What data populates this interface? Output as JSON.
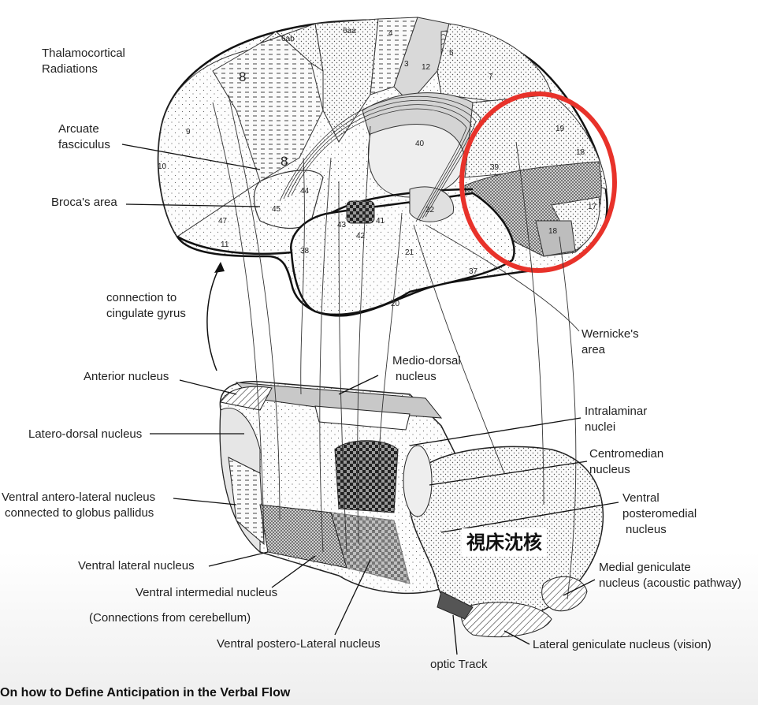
{
  "labels": {
    "thalamocortical": [
      "Thalamocortical",
      "Radiations"
    ],
    "arcuate": [
      "Arcuate",
      "fasciculus"
    ],
    "broca": "Broca's area",
    "cingulate": [
      "connection to",
      "cingulate gyrus"
    ],
    "wernicke": [
      "Wernicke's",
      "area"
    ],
    "anterior_nucleus": "Anterior nucleus",
    "medio_dorsal": [
      "Medio-dorsal",
      "nucleus"
    ],
    "latero_dorsal": "Latero-dorsal nucleus",
    "intralaminar": [
      "Intralaminar",
      "nuclei"
    ],
    "centromedian": [
      "Centromedian",
      "nucleus"
    ],
    "ventral_antero_lateral": [
      "Ventral antero-lateral nucleus",
      "connected to globus pallidus"
    ],
    "ventral_posteromedial": [
      "Ventral",
      "posteromedial",
      "nucleus"
    ],
    "ventral_lateral": "Ventral lateral nucleus",
    "ventral_intermedial": "Ventral intermedial nucleus",
    "connections_cerebellum": "(Connections from cerebellum)",
    "medial_geniculate": [
      "Medial geniculate",
      "nucleus (acoustic pathway)"
    ],
    "ventral_postero_lateral": "Ventral postero-Lateral nucleus",
    "optic_track": "optic Track",
    "lateral_geniculate": "Lateral geniculate nucleus (vision)"
  },
  "areas": [
    "6ab",
    "6aa",
    "4",
    "3",
    "12",
    "5",
    "7",
    "8",
    "9",
    "10",
    "8",
    "44",
    "45",
    "47",
    "11",
    "38",
    "43",
    "42",
    "41",
    "22",
    "21",
    "37",
    "20",
    "19",
    "18",
    "39",
    "40",
    "17",
    "18"
  ],
  "overlay_label": "視床沈核",
  "caption": "On how to Define Anticipation in the Verbal Flow",
  "colors": {
    "highlight_circle": "#e8322a"
  }
}
